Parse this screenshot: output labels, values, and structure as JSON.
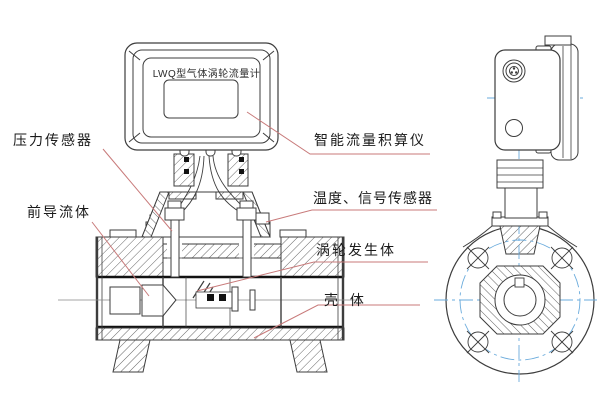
{
  "diagram": {
    "device_title": "LWQ型气体涡轮流量计",
    "labels": {
      "pressure_sensor": "压力传感器",
      "front_flow_guide": "前导流体",
      "smart_totalizer": "智能流量积算仪",
      "temp_signal_sensor": "温度、信号传感器",
      "turbine_generator": "涡轮发生体",
      "shell": "壳 体"
    },
    "colors": {
      "line": "#3d3d3d",
      "hatch": "#555555",
      "leader_red": "#c87a7a",
      "centerline_blue": "#6aabdc",
      "background": "#ffffff"
    }
  }
}
